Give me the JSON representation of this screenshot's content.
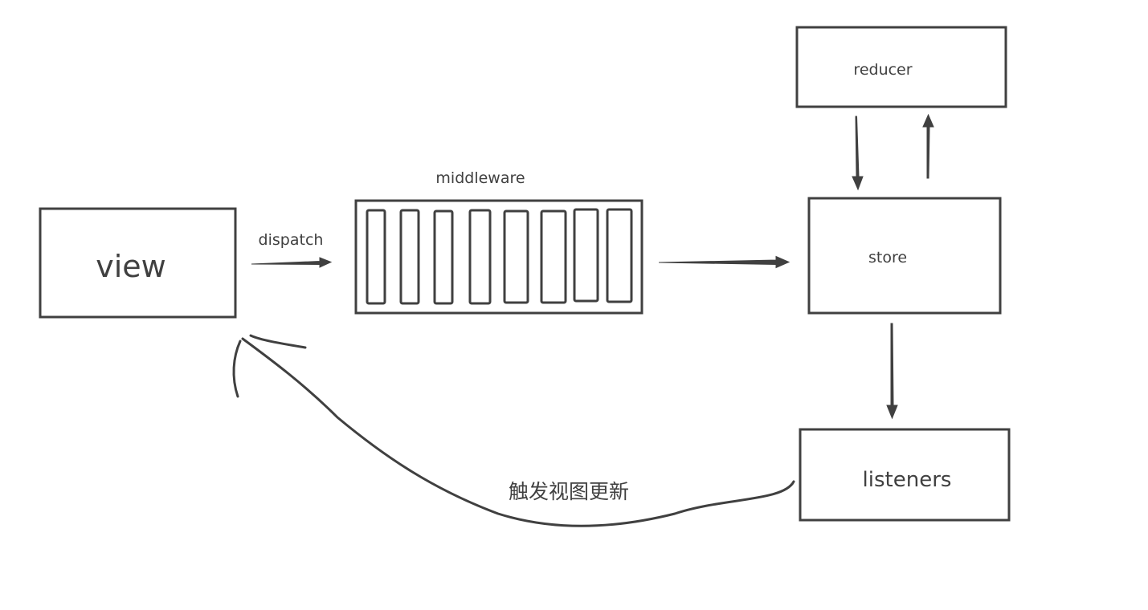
{
  "nodes": {
    "view": "view",
    "middleware": "middleware",
    "store": "store",
    "reducer": "reducer",
    "listeners": "listeners"
  },
  "edges": {
    "dispatch": "dispatch",
    "update_view": "触发视图更新"
  },
  "colors": {
    "stroke": "#404040",
    "text": "#404040",
    "background": "#ffffff"
  }
}
